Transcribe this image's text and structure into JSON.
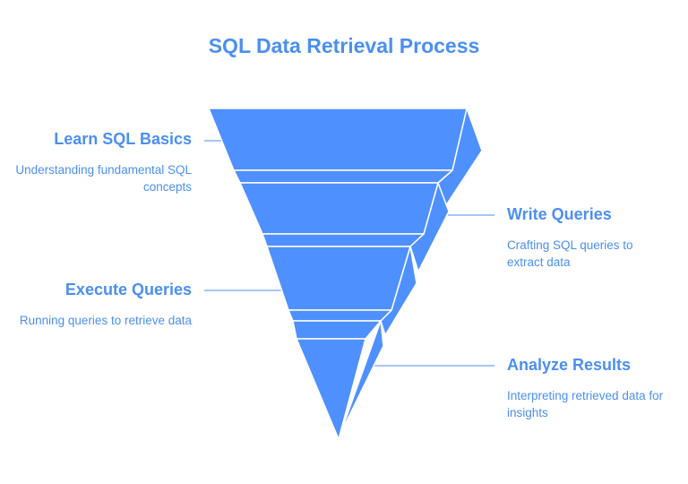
{
  "title": "SQL Data Retrieval Process",
  "colors": {
    "accent": "#4b8ff0",
    "funnel_fill": "#4f90ff",
    "funnel_edge": "#ffffff"
  },
  "stages": [
    {
      "title": "Learn SQL Basics",
      "description": "Understanding fundamental SQL concepts"
    },
    {
      "title": "Write Queries",
      "description": "Crafting SQL queries to extract data"
    },
    {
      "title": "Execute Queries",
      "description": "Running queries to retrieve data"
    },
    {
      "title": "Analyze Results",
      "description": "Interpreting retrieved data for insights"
    }
  ]
}
